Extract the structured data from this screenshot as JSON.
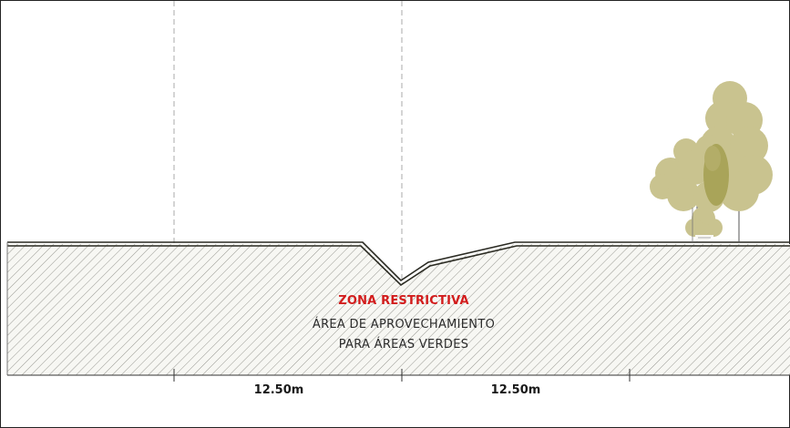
{
  "section": {
    "zone_title": "ZONA RESTRICTIVA",
    "zone_line_1": "ÁREA DE APROVECHAMIENTO",
    "zone_line_2": "PARA ÁREAS VERDES"
  },
  "dimensions": [
    {
      "label": "12.50m"
    },
    {
      "label": "12.50m"
    }
  ],
  "colors": {
    "ground_line": "#2a2a22",
    "hatch": "#8c8c86",
    "ground_fill": "#f7f7f3",
    "tree_light": "#c9c38f",
    "tree_mid": "#b3ad68",
    "tree_dark": "#9d9a42",
    "zone_title": "#d21c1c",
    "guide_line": "#a8a8a8"
  },
  "icons": [
    "tree-icon",
    "shrub-icon",
    "person-figure-icon"
  ]
}
